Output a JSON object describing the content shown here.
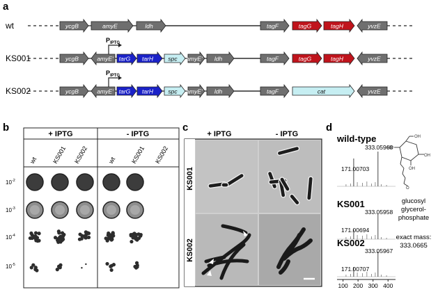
{
  "panels": {
    "a": "a",
    "b": "b",
    "c": "c",
    "d": "d"
  },
  "panel_a": {
    "rows": [
      {
        "label": "wt",
        "genes_left": [
          "ycgB",
          "amyE",
          "ldh"
        ],
        "genes_right": [
          "tagF",
          "tagG",
          "tagH",
          "yvzE"
        ]
      },
      {
        "label": "KS001",
        "promoter": "P",
        "promoter_sub": "IPTG",
        "genes_left": [
          "ycgB",
          "amyE'",
          "tarG",
          "tarH",
          "spc",
          "amyE'",
          "ldh"
        ],
        "genes_right": [
          "tagF",
          "tagG",
          "tagH",
          "yvzE"
        ]
      },
      {
        "label": "KS002",
        "promoter": "P",
        "promoter_sub": "IPTG",
        "genes_left": [
          "ycgB",
          "amyE'",
          "tarG",
          "tarH",
          "spc",
          "amyE'",
          "ldh"
        ],
        "genes_right": [
          "tagF",
          "cat",
          "yvzE"
        ]
      }
    ],
    "colors": {
      "gray": "#6f6f6f",
      "red": "#c0141c",
      "blue": "#1b22c8",
      "cyan": "#c6eef2"
    }
  },
  "panel_b": {
    "groups": [
      "+ IPTG",
      "- IPTG"
    ],
    "columns": [
      "wt",
      "KS001",
      "KS002",
      "wt",
      "KS001",
      "KS002"
    ],
    "dilutions": [
      {
        "base": "10",
        "exp": "-2"
      },
      {
        "base": "10",
        "exp": "-3"
      },
      {
        "base": "10",
        "exp": "-4"
      },
      {
        "base": "10",
        "exp": "-5"
      }
    ]
  },
  "panel_c": {
    "columns": [
      "+ IPTG",
      "- IPTG"
    ],
    "rows": [
      "KS001",
      "KS002"
    ]
  },
  "panel_d": {
    "samples": [
      {
        "name": "wild-type",
        "peak_main": "333.05968",
        "peak_minor": "171.00703"
      },
      {
        "name": "KS001",
        "peak_main": "333.05958",
        "peak_minor": "171.00694"
      },
      {
        "name": "KS002",
        "peak_main": "333.05967",
        "peak_minor": "171.00707"
      }
    ],
    "compound": [
      "glucosyl",
      "glycerol-",
      "phosphate"
    ],
    "exact_mass_label": "exact mass:",
    "exact_mass": "333.0665",
    "x_ticks": [
      "100",
      "200",
      "300",
      "400"
    ]
  }
}
